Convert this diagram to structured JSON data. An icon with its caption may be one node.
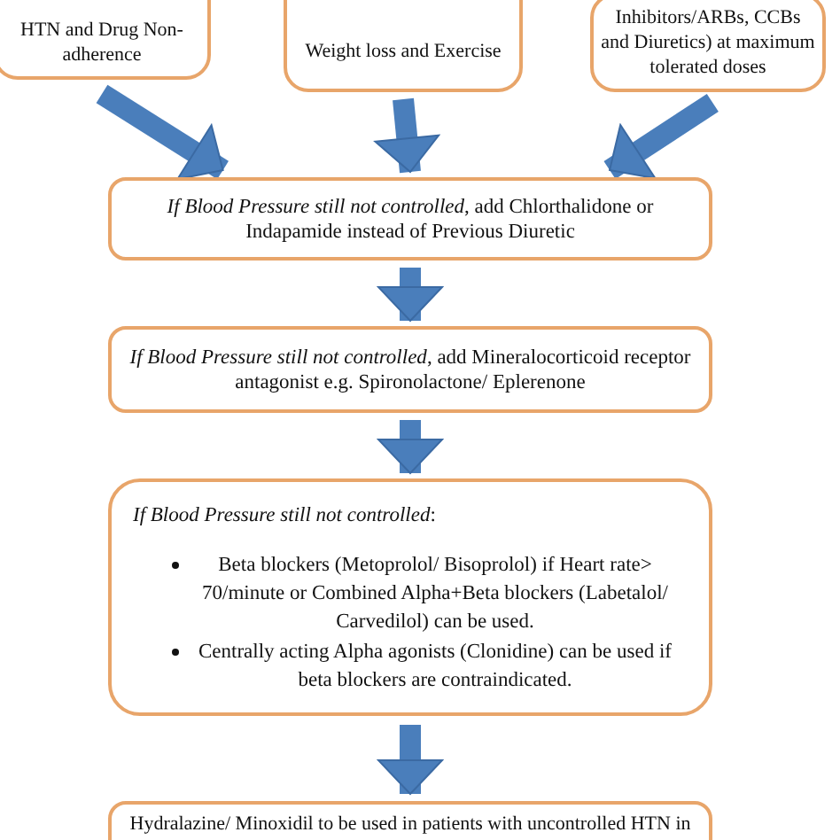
{
  "diagram": {
    "nodes": [
      {
        "text": [
          "HTN and Drug Non-adherence"
        ]
      },
      {
        "text": [
          "Weight loss and Exercise"
        ]
      },
      {
        "text": [
          "Inhibitors/ARBs, CCBs and Diuretics) at maximum tolerated doses"
        ]
      },
      {
        "text": [
          "*If Blood Pressure still not controlled*, add Chlorthalidone or Indapamide instead of Previous Diuretic"
        ]
      },
      {
        "text": [
          "*If Blood Pressure still not controlled*, add Mineralocorticoid receptor antagonist e.g. Spironolactone/ Eplerenone"
        ]
      },
      {
        "text": [
          "*If Blood Pressure still not controlled*:",
          "Beta blockers (Metoprolol/ Bisoprolol) if Heart rate> 70/minute or Combined Alpha+Beta blockers (Labetalol/ Carvedilol) can be used.",
          "Centrally acting Alpha agonists (Clonidine) can be used if beta blockers are contraindicated."
        ]
      },
      {
        "text": [
          "Hydralazine/ Minoxidil to be used in patients with uncontrolled HTN in"
        ]
      }
    ],
    "edges": [
      {
        "from": 0,
        "to": 3,
        "arrow": "to"
      },
      {
        "from": 1,
        "to": 3,
        "arrow": "to"
      },
      {
        "from": 2,
        "to": 3,
        "arrow": "to"
      },
      {
        "from": 3,
        "to": 4,
        "arrow": "to"
      },
      {
        "from": 4,
        "to": 5,
        "arrow": "to"
      },
      {
        "from": 5,
        "to": 6,
        "arrow": "to"
      }
    ]
  }
}
